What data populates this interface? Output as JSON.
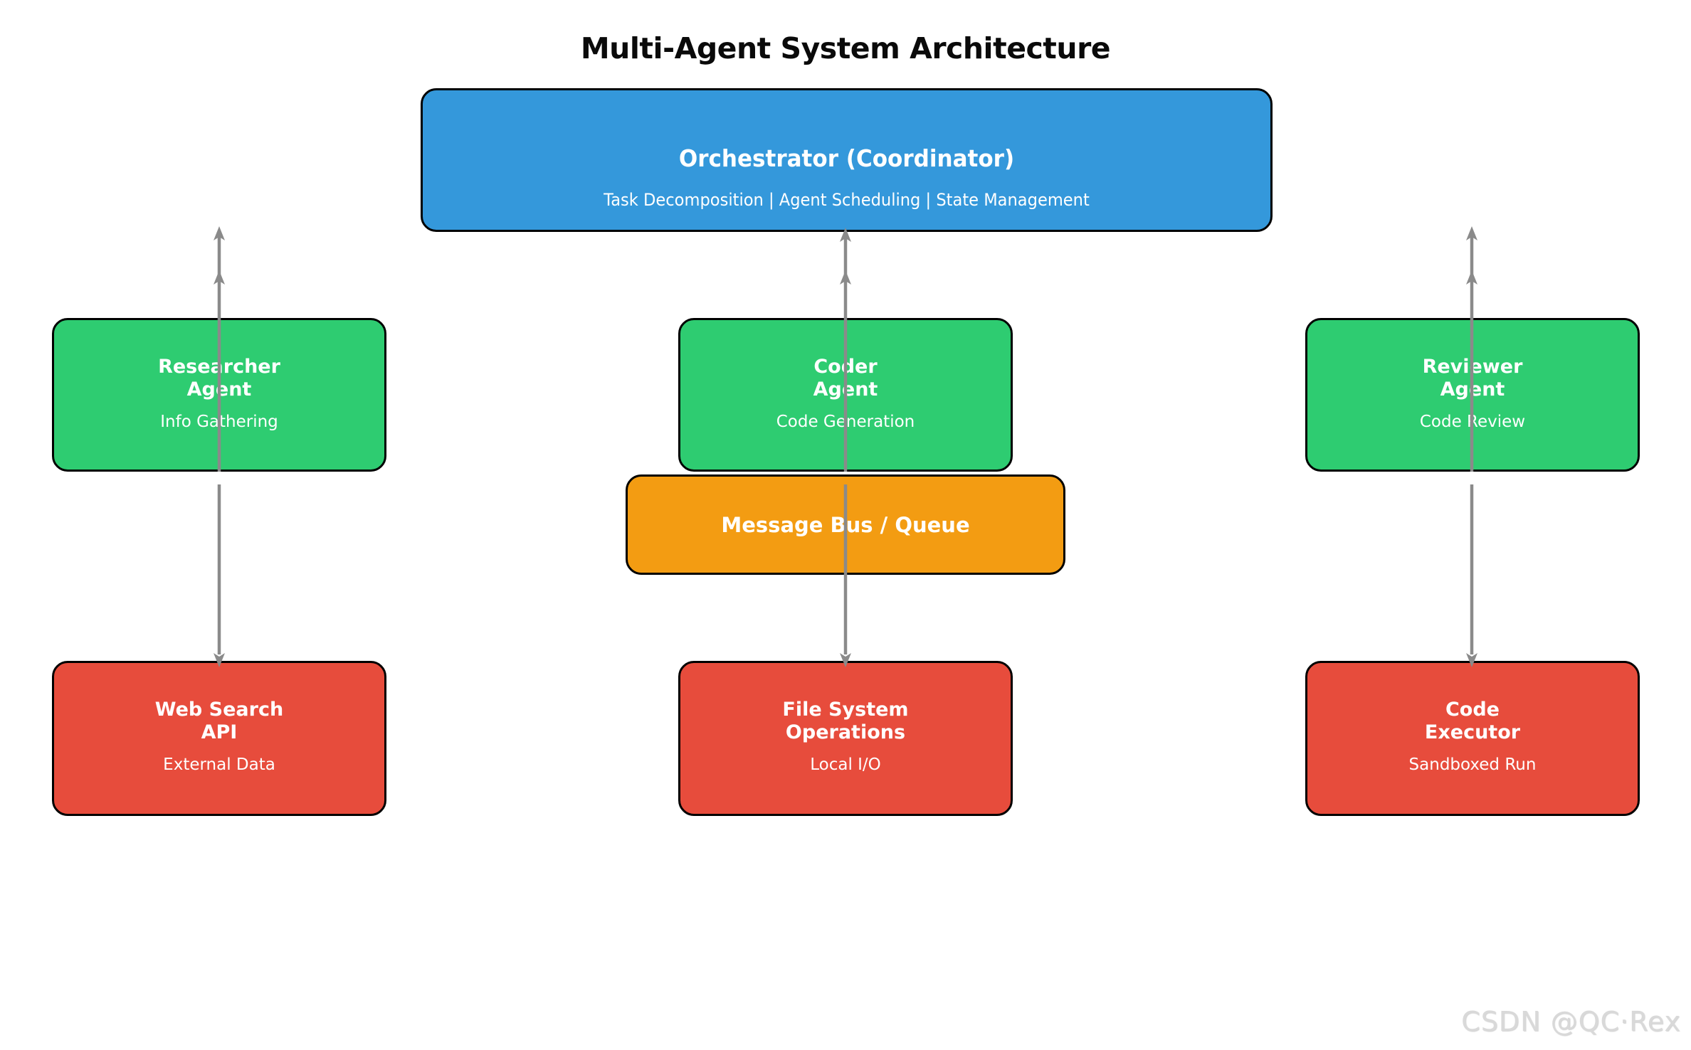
{
  "title": "Multi-Agent System Architecture",
  "orchestrator": {
    "title": "Orchestrator (Coordinator)",
    "subtitle": "Task Decomposition | Agent Scheduling | State Management"
  },
  "agents": [
    {
      "title_line1": "Researcher",
      "title_line2": "Agent",
      "subtitle": "Info Gathering"
    },
    {
      "title_line1": "Coder",
      "title_line2": "Agent",
      "subtitle": "Code Generation"
    },
    {
      "title_line1": "Reviewer",
      "title_line2": "Agent",
      "subtitle": "Code Review"
    }
  ],
  "message_bus": {
    "label": "Message Bus / Queue"
  },
  "tools": [
    {
      "title_line1": "Web Search",
      "title_line2": "API",
      "subtitle": "External Data"
    },
    {
      "title_line1": "File System",
      "title_line2": "Operations",
      "subtitle": "Local I/O"
    },
    {
      "title_line1": "Code",
      "title_line2": "Executor",
      "subtitle": "Sandboxed Run"
    }
  ],
  "watermark": "CSDN @QC·Rex",
  "colors": {
    "orchestrator": "#3498db",
    "agent": "#2ecc71",
    "bus": "#f39c12",
    "tool": "#e74c3c",
    "arrow": "#8a8a8a",
    "border": "#000000",
    "box_text": "#ffffff",
    "title_text": "#0a0a0a",
    "watermark": "#d9d9d9"
  }
}
